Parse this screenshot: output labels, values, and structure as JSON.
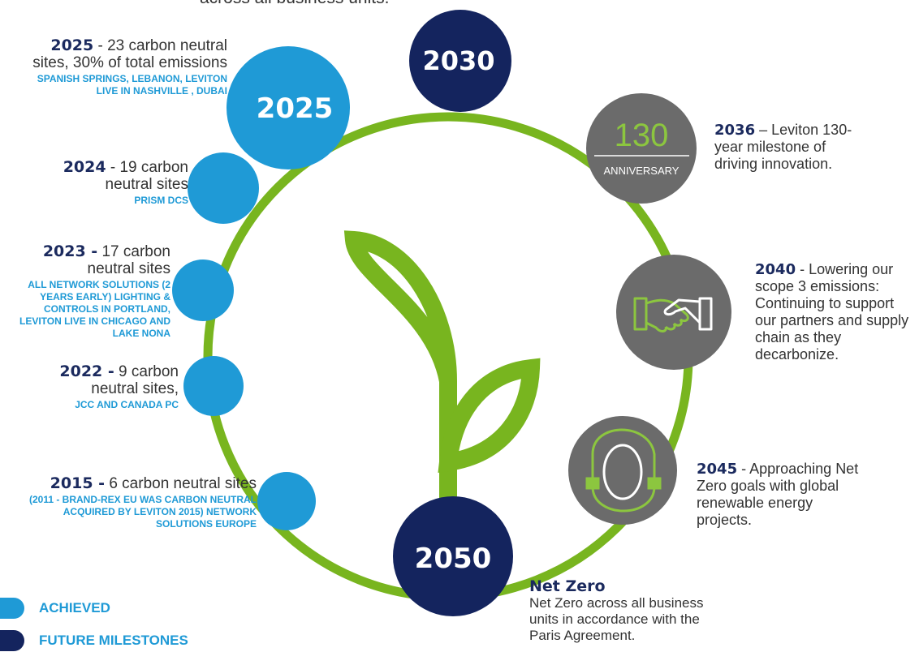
{
  "intro_text": "across all business units.",
  "milestones": {
    "m2025": {
      "year": "2025",
      "text": " - 23 carbon neutral sites, 30% of total emissions",
      "sub": "SPANISH SPRINGS, LEBANON, LEVITON LIVE IN NASHVILLE , DUBAI"
    },
    "m2024": {
      "year": "2024",
      "text": " - 19 carbon neutral sites",
      "sub": "PRISM DCS"
    },
    "m2023": {
      "year": "2023 -",
      "text": " 17 carbon neutral sites",
      "sub": "ALL NETWORK SOLUTIONS (2 YEARS EARLY) LIGHTING & CONTROLS IN PORTLAND, LEVITON LIVE IN CHICAGO AND LAKE NONA"
    },
    "m2022": {
      "year": "2022 -",
      "text": " 9 carbon neutral sites,",
      "sub": "JCC AND CANADA PC"
    },
    "m2015": {
      "year": "2015 -",
      "text": " 6 carbon neutral sites",
      "sub": "(2011 - BRAND-REX EU WAS CARBON NEUTRAL ACQUIRED BY LEVITON 2015) NETWORK SOLUTIONS EUROPE"
    },
    "m2036": {
      "year": "2036",
      "text": " – Leviton 130-year milestone of driving innovation."
    },
    "m2040": {
      "year": "2040",
      "text": " - Lowering our scope 3 emissions: Continuing to support our partners and supply chain as they decarbonize."
    },
    "m2045": {
      "year": "2045",
      "text": " - Approaching Net Zero goals with global renewable energy projects."
    },
    "m2050": {
      "title": "Net Zero",
      "text": "Net Zero across all business units in accordance with the Paris Agreement."
    }
  },
  "circles": {
    "c2025": "2025",
    "c2030": "2030",
    "c2050": "2050",
    "anniversary_number": "130",
    "anniversary_label": "ANNIVERSARY"
  },
  "legend": {
    "achieved": "ACHIEVED",
    "future": "FUTURE MILESTONES"
  },
  "colors": {
    "achieved": "#1f9ad6",
    "future": "#14245e",
    "ring": "#78b51f",
    "icon_circle": "#6b6b6b",
    "text_dark": "#1b2a5e"
  }
}
